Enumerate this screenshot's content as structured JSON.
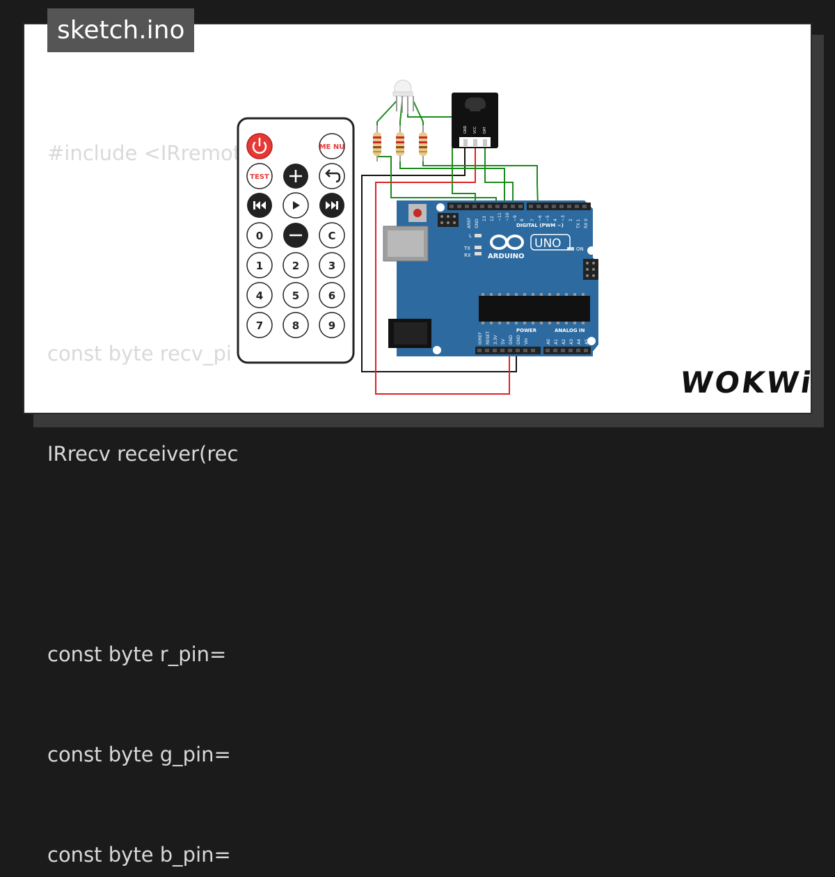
{
  "window": {
    "title": "sketch.ino"
  },
  "code_lines": [
    "#include <IRremote.h>",
    "",
    "const byte recv_pi",
    "IRrecv receiver(rec",
    "",
    "const byte r_pin=",
    "const byte g_pin=",
    "const byte b_pin="
  ],
  "remote": {
    "power_icon": "power-icon",
    "menu_label": "ME NU",
    "test_label": "TEST",
    "plus_icon": "plus-icon",
    "back_icon": "back-arrow-icon",
    "prev_icon": "previous-icon",
    "play_icon": "play-icon",
    "next_icon": "next-icon",
    "minus_icon": "minus-icon",
    "c_label": "C",
    "digits": [
      "0",
      "1",
      "2",
      "3",
      "4",
      "5",
      "6",
      "7",
      "8",
      "9"
    ]
  },
  "ir_receiver": {
    "pin_labels": [
      "GND",
      "VCC",
      "DAT"
    ]
  },
  "arduino": {
    "aref": "AREF",
    "gnd": "GND",
    "digital_pins": [
      "13",
      "12",
      "~11",
      "~10",
      "~9",
      "8",
      "7",
      "~6",
      "~5",
      "4",
      "~3",
      "2",
      "TX 1",
      "RX 0"
    ],
    "digital_label": "DIGITAL (PWM ~)",
    "led_l": "L",
    "led_tx": "TX",
    "led_rx": "RX",
    "brand": "ARDUINO",
    "model": "UNO",
    "on_label": "ON",
    "power_label": "POWER",
    "analog_label": "ANALOG IN",
    "power_pins": [
      "IOREF",
      "RESET",
      "3.3V",
      "5V",
      "GND",
      "GND",
      "Vin"
    ],
    "analog_pins": [
      "A0",
      "A1",
      "A2",
      "A3",
      "A4",
      "A5"
    ]
  },
  "brand_logo": "WOKWi",
  "colors": {
    "board": "#2c6aa0",
    "wire_green": "#1a8a1a",
    "wire_red": "#e02020",
    "wire_black": "#111111",
    "remote_red": "#e53935"
  }
}
